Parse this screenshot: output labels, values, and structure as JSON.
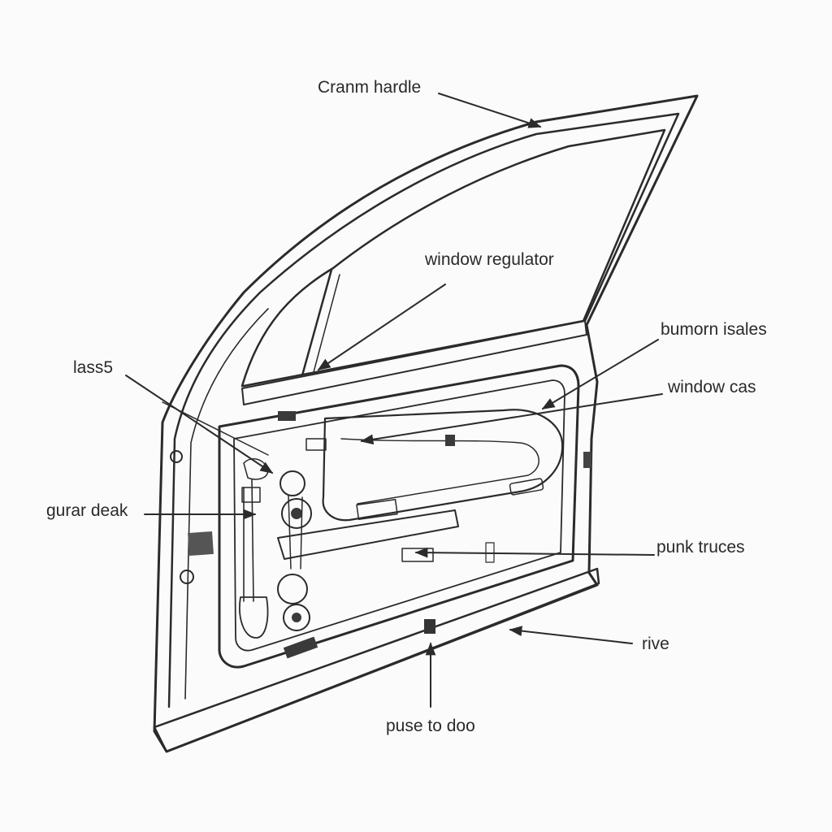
{
  "labels": {
    "crank_handle": "Cranm hardle",
    "window_regulator": "window regulator",
    "bumorn_isales": "bumorn isales",
    "window_cas": "window cas",
    "lass5": "lass5",
    "gurar_deak": "gurar deak",
    "punk_truces": "punk truces",
    "rive": "rive",
    "puse_to_doo": "puse to doo"
  },
  "colors": {
    "background": "#fbfbfb",
    "line": "#2b2b2b",
    "panel_fill": "#e6e6e6",
    "door_fill": "#f2f2f2",
    "dark_part": "#3a3a3a"
  }
}
